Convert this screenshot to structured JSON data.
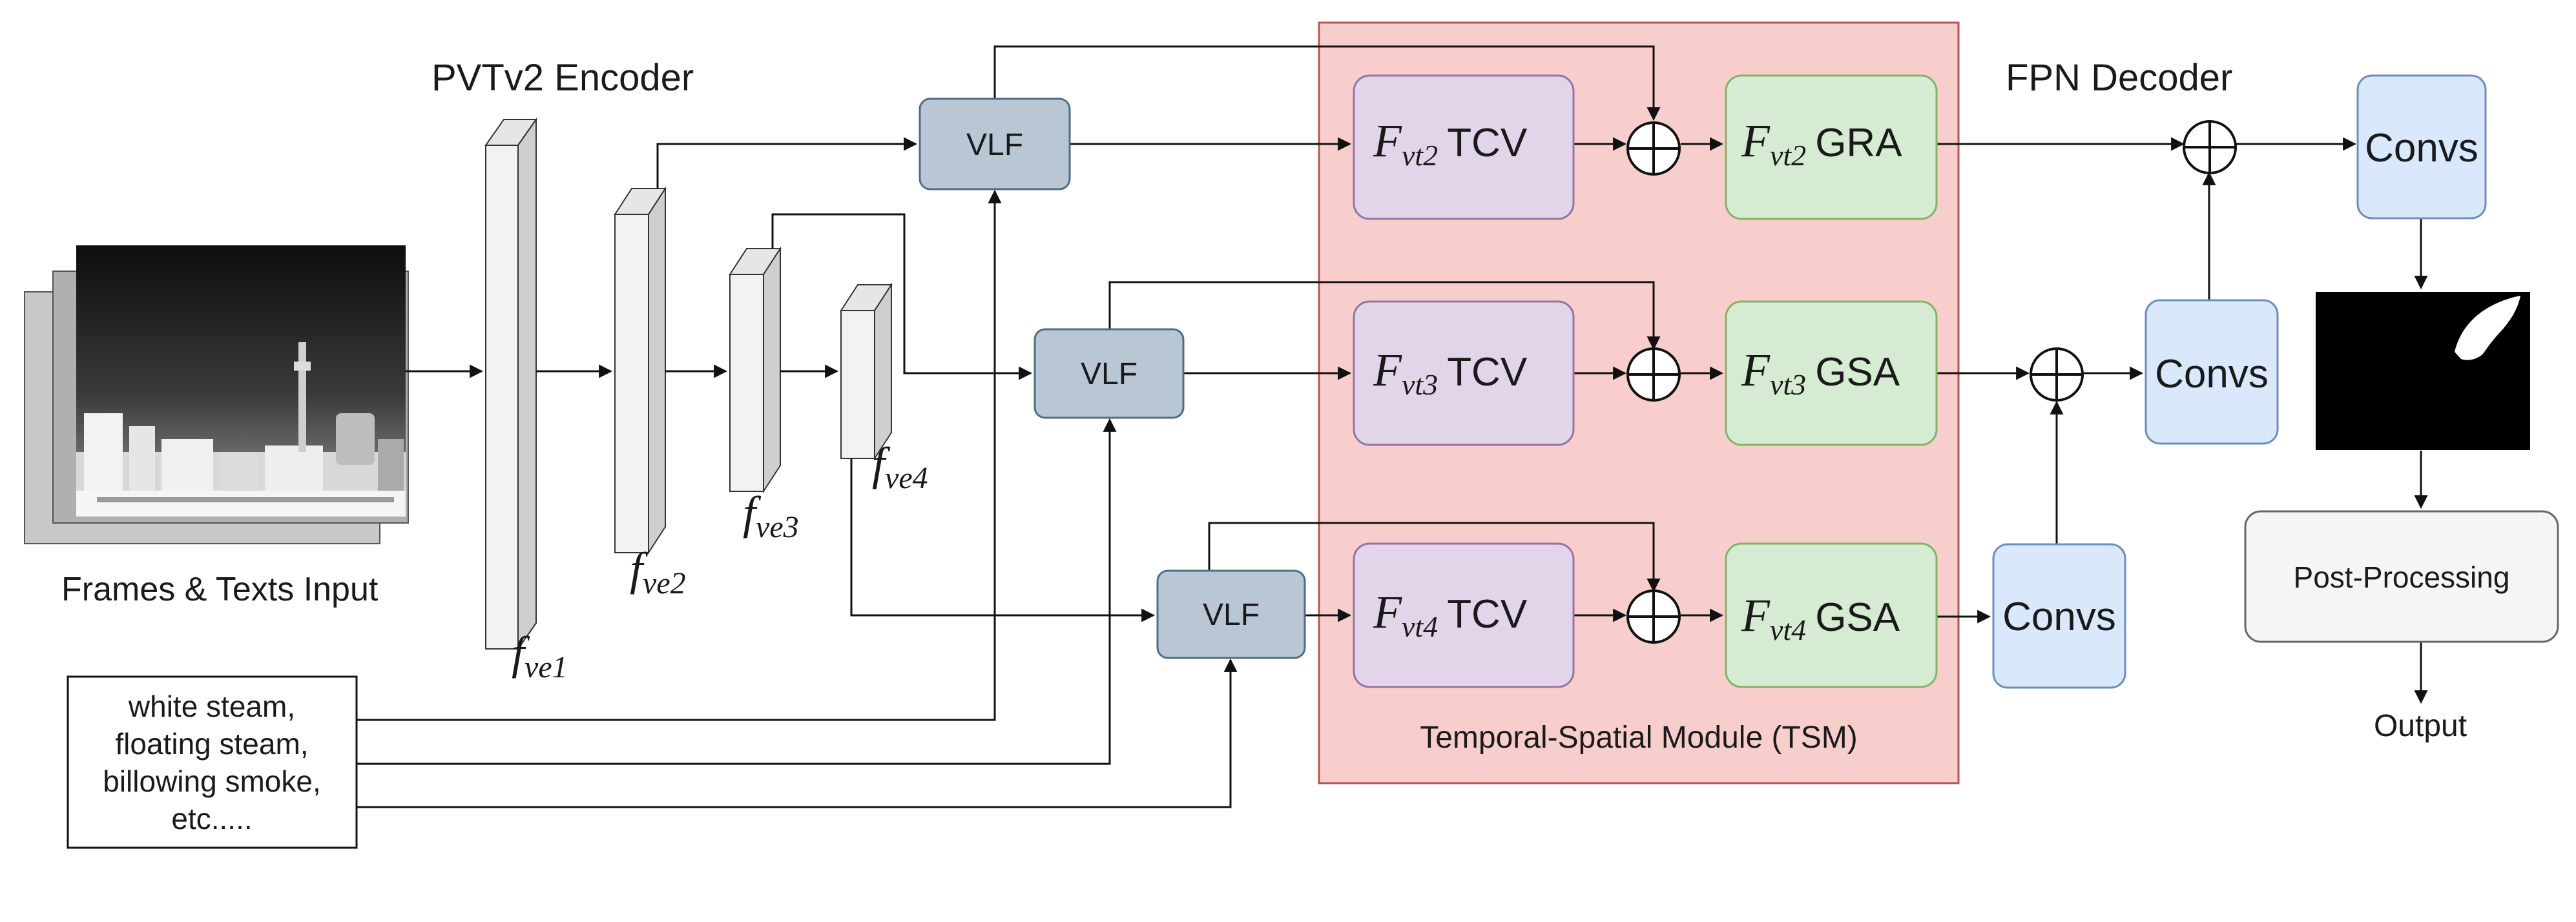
{
  "titles": {
    "encoder": "PVTv2 Encoder",
    "decoder": "FPN Decoder",
    "input": "Frames & Texts Input",
    "tsm": "Temporal-Spatial Module (TSM)",
    "output": "Output"
  },
  "text_prompt": [
    "white steam,",
    "floating steam,",
    "billowing smoke,",
    "etc....."
  ],
  "encoder_features": [
    {
      "symbol": "f",
      "sub": "ve1"
    },
    {
      "symbol": "f",
      "sub": "ve2"
    },
    {
      "symbol": "f",
      "sub": "ve3"
    },
    {
      "symbol": "f",
      "sub": "ve4"
    }
  ],
  "vlf_label": "VLF",
  "tcv": [
    {
      "symbol": "F",
      "sub": "vt2",
      "name": "TCV"
    },
    {
      "symbol": "F",
      "sub": "vt3",
      "name": "TCV"
    },
    {
      "symbol": "F",
      "sub": "vt4",
      "name": "TCV"
    }
  ],
  "attn": [
    {
      "symbol": "F",
      "sub": "vt2",
      "name": "GRA"
    },
    {
      "symbol": "F",
      "sub": "vt3",
      "name": "GSA"
    },
    {
      "symbol": "F",
      "sub": "vt4",
      "name": "GSA"
    }
  ],
  "convs_label": "Convs",
  "post_label": "Post-Processing",
  "colors": {
    "vlf_fill": "#b8c7d3",
    "tcv_fill": "#e2d5ea",
    "attn_fill": "#d6ecd2",
    "convs_fill": "#dae8fc",
    "tsm_fill": "#f8cecc",
    "post_fill": "#f5f5f5"
  }
}
